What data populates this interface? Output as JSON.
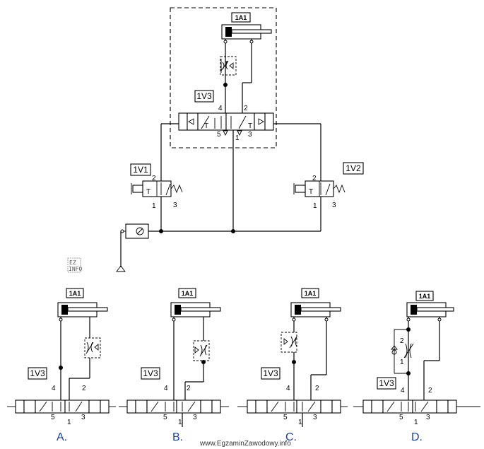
{
  "main": {
    "tags": {
      "cylinder": "1A1",
      "valve_main": "1V3",
      "valve_left": "1V1",
      "valve_right": "1V2"
    },
    "ports": {
      "p1": "1",
      "p2": "2",
      "p3": "3",
      "p4": "4",
      "p5": "5"
    }
  },
  "options": [
    {
      "letter": "A.",
      "cylinder": "1A1",
      "valve": "1V3"
    },
    {
      "letter": "B.",
      "cylinder": "1A1",
      "valve": "1V3"
    },
    {
      "letter": "C.",
      "cylinder": "1A1",
      "valve": "1V3"
    },
    {
      "letter": "D.",
      "cylinder": "1A1",
      "valve": "1V3"
    }
  ],
  "logo": {
    "line1": "EZ",
    "line2": "INFO"
  },
  "watermark": "www.EgzaminZawodowy.info"
}
